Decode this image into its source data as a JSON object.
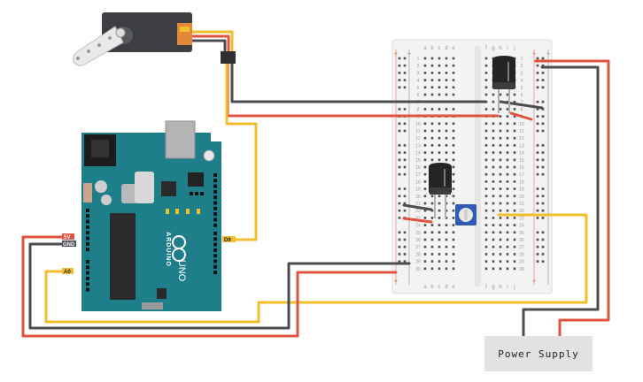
{
  "labels": {
    "arduino_brand": "ARDUINO",
    "arduino_model": "UNO",
    "pin_5v": "5V",
    "pin_gnd": "GND",
    "pin_a0": "A0",
    "pin_d9": "D9",
    "power_supply": "Power Supply"
  },
  "breadboard": {
    "columns_left": [
      "a",
      "b",
      "c",
      "d",
      "e"
    ],
    "columns_right": [
      "f",
      "g",
      "h",
      "i",
      "j"
    ],
    "row_count": 30
  },
  "colors": {
    "red_wire": "#e0533f",
    "black_wire": "#4a4d52",
    "yellow_wire": "#f1bf2b",
    "board": "#1e7f8b",
    "breadboard": "#f2f2f2",
    "label_red": "#e0533f",
    "label_yellow": "#f1bf2b"
  }
}
